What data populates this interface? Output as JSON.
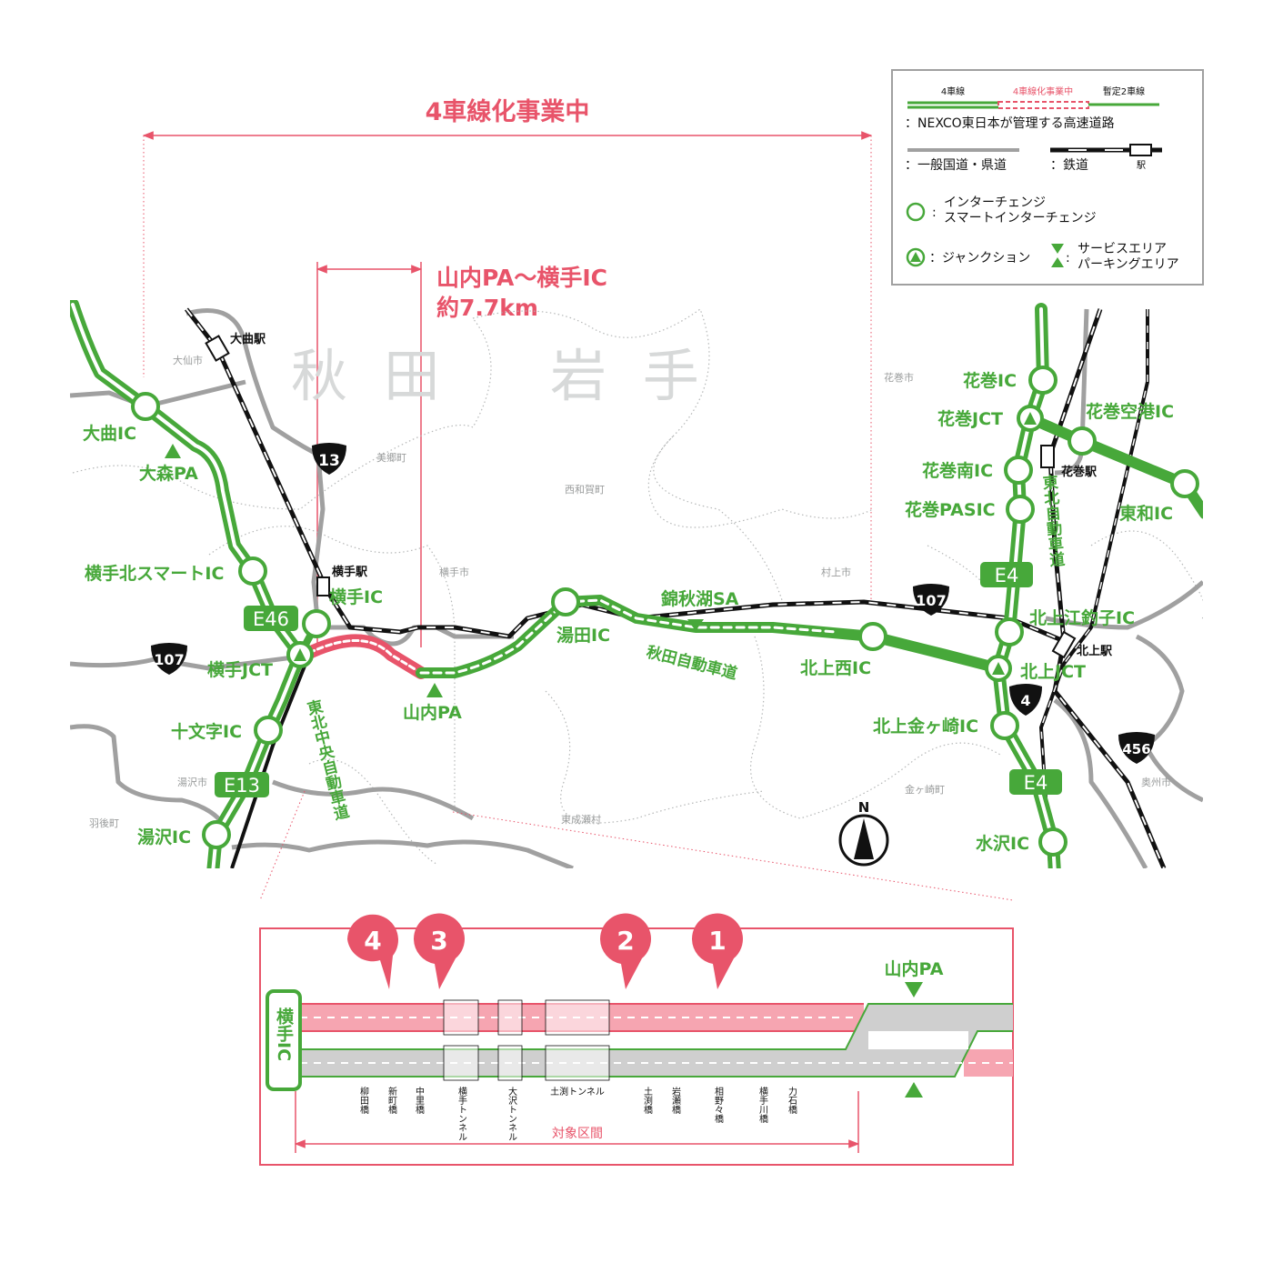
{
  "colors": {
    "green": "#47a83a",
    "red": "#e8546a",
    "pink": "#f6a5b1",
    "gray": "#a0a0a0",
    "label_gray": "#9a9c9c",
    "pref_gray": "#d7d9d9"
  },
  "header": {
    "project_title": "4車線化事業中",
    "section_title": "山内PA～横手IC",
    "section_length": "約7.7km"
  },
  "legend": {
    "four_lane": "4車線",
    "widening": "4車線化事業中",
    "provisional": "暫定2車線",
    "nexco": "：NEXCO東日本が管理する高速道路",
    "general_road": "：一般国道・県道",
    "railway": "：鉄道",
    "station": "駅",
    "ic_line1": "インターチェンジ",
    "ic_line2": "スマートインターチェンジ",
    "jct": "：ジャンクション",
    "sa": "サービスエリア",
    "pa": "パーキングエリア"
  },
  "prefectures": {
    "akita": "秋 田",
    "iwate": "岩 手"
  },
  "towns": [
    "大仙市",
    "美郷町",
    "西和賀町",
    "横手市",
    "村上市",
    "花巻市",
    "湯沢市",
    "羽後町",
    "東成瀬村",
    "金ヶ崎町",
    "奥州市"
  ],
  "stations": [
    "大曲駅",
    "横手駅",
    "花巻駅",
    "北上駅"
  ],
  "interchanges": [
    "大曲IC",
    "大森PA",
    "横手北スマートIC",
    "横手IC",
    "横手JCT",
    "十文字IC",
    "湯沢IC",
    "山内PA",
    "湯田IC",
    "錦秋湖SA",
    "北上西IC",
    "花巻IC",
    "花巻JCT",
    "花巻空港IC",
    "花巻南IC",
    "花巻PASIC",
    "東和IC",
    "北上江釣子IC",
    "北上JCT",
    "北上金ヶ崎IC",
    "水沢IC"
  ],
  "expressways": {
    "tohoku_chuo": "東北中央自動車道",
    "akita": "秋田自動車道",
    "tohoku": "東北自動車道"
  },
  "route_shields": {
    "e46": "E46",
    "e13": "E13",
    "e4a": "E4",
    "e4b": "E4",
    "r13": "13",
    "r107a": "107",
    "r107b": "107",
    "r4": "4",
    "r456": "456"
  },
  "compass": "N",
  "diagram": {
    "yokote_ic": "横手IC",
    "markers": [
      "4",
      "3",
      "2",
      "1"
    ],
    "yamauchi_pa": "山内PA",
    "structures": [
      "柳田橋",
      "新町橋",
      "中里橋",
      "横手トンネル",
      "大沢トンネル",
      "土渕トンネル",
      "土渕橋",
      "岩瀬橋",
      "相野々橋",
      "横手川橋",
      "力石橋"
    ],
    "target_section": "対象区間"
  }
}
